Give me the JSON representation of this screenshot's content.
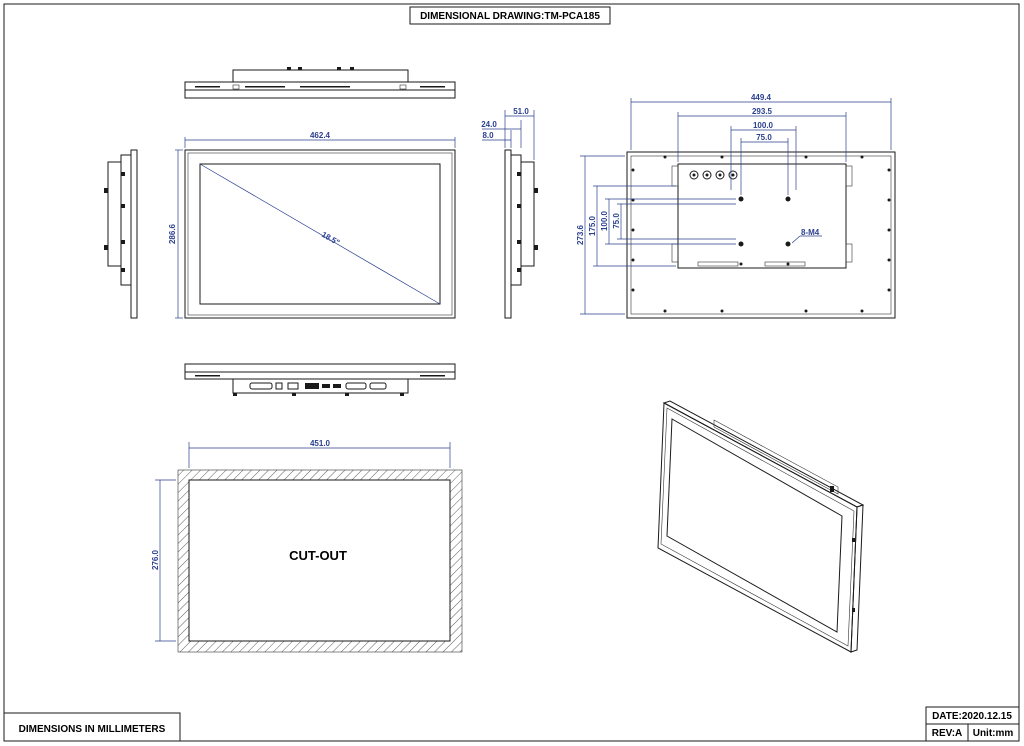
{
  "title": "DIMENSIONAL DRAWING:TM-PCA185",
  "footer": {
    "note": "DIMENSIONS IN MILLIMETERS",
    "date": "DATE:2020.12.15",
    "rev": "REV:A",
    "unit": "Unit:mm"
  },
  "front": {
    "width": "462.4",
    "height": "286.6",
    "diagonal": "18.5\""
  },
  "side": {
    "depth": "51.0",
    "d24": "24.0",
    "d8": "8.0"
  },
  "rear": {
    "width": "449.4",
    "w293": "293.5",
    "w100": "100.0",
    "w75": "75.0",
    "height": "273.6",
    "h175": "175.0",
    "h100": "100.0",
    "h75": "75.0",
    "screws": "8-M4"
  },
  "cutout": {
    "label": "CUT-OUT",
    "width": "451.0",
    "height": "276.0"
  }
}
